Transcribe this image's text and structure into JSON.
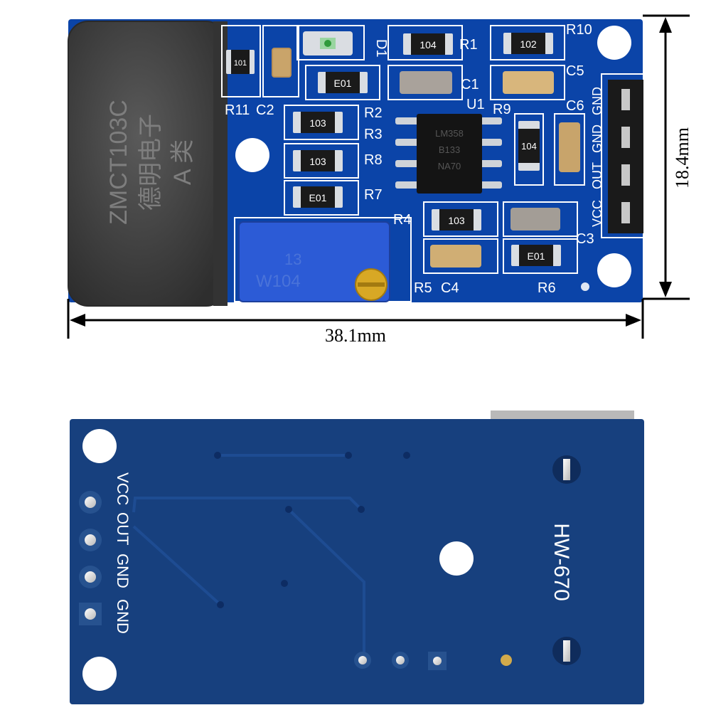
{
  "dimensions": {
    "width_label": "38.1mm",
    "height_label": "18.4mm"
  },
  "front": {
    "sensor_text": [
      "ZMCT103C",
      "德明电子",
      "A 类"
    ],
    "trimpot_text": [
      "13",
      "W104"
    ],
    "resistor_codes": {
      "r11": "101",
      "r1": "104",
      "r10": "102",
      "r2_top": "E01",
      "r2": "103",
      "r3": "103",
      "r8": "E01",
      "r4": "103",
      "r9": "104",
      "r6": "E01"
    },
    "labels": {
      "r11": "R11",
      "c2": "C2",
      "r1": "R1",
      "r10": "R10",
      "c1": "C1",
      "c5": "C5",
      "u1": "U1",
      "r9": "R9",
      "c6": "C6",
      "r2": "R2",
      "r3": "R3",
      "r8": "R8",
      "r7": "R7",
      "r4": "R4",
      "c3": "C3",
      "r5": "R5",
      "c4": "C4",
      "r6": "R6",
      "d1": "D1"
    },
    "pins": [
      "VCC",
      "OUT",
      "GND",
      "GND"
    ],
    "chip_text": [
      "LM358",
      "B133",
      "NA70"
    ]
  },
  "back": {
    "model": "HW-670",
    "pins": [
      "VCC",
      "OUT",
      "GND",
      "GND"
    ]
  },
  "colors": {
    "pcb_front": "#0b44a8",
    "pcb_back": "#17407e",
    "silkscreen": "#ffffff",
    "transformer": "#3f3f3f",
    "trimpot": "#2c5bd6"
  }
}
